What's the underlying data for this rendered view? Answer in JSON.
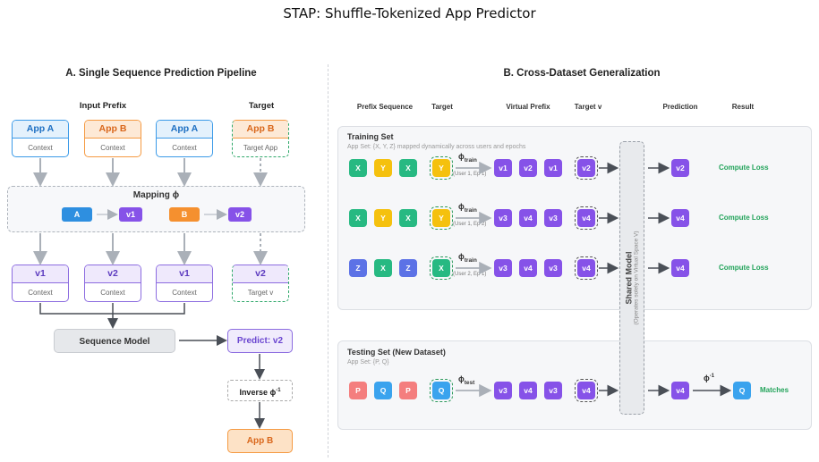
{
  "title": "STAP: Shuffle-Tokenized App Predictor",
  "left": {
    "section_title": "A. Single Sequence Prediction Pipeline",
    "input_prefix_label": "Input Prefix",
    "target_label": "Target",
    "input_cards": [
      {
        "title": "App A",
        "sub": "Context"
      },
      {
        "title": "App B",
        "sub": "Context"
      },
      {
        "title": "App A",
        "sub": "Context"
      }
    ],
    "target_card": {
      "title": "App B",
      "sub": "Target App"
    },
    "mapping": {
      "title": "Mapping ϕ",
      "pairs": [
        {
          "from": "A",
          "to": "v1"
        },
        {
          "from": "B",
          "to": "v2"
        }
      ]
    },
    "virtual_cards": [
      {
        "title": "v1",
        "sub": "Context"
      },
      {
        "title": "v2",
        "sub": "Context"
      },
      {
        "title": "v1",
        "sub": "Context"
      }
    ],
    "virtual_target": {
      "title": "v2",
      "sub": "Target v"
    },
    "sequence_model": "Sequence Model",
    "predict": "Predict: v2",
    "inverse": "Inverse ϕ",
    "inverse_sup": "-1",
    "output": "App B"
  },
  "right": {
    "section_title": "B. Cross-Dataset Generalization",
    "headers": {
      "prefix_sequence": "Prefix Sequence",
      "target": "Target",
      "virtual_prefix": "Virtual Prefix",
      "target_v": "Target v",
      "prediction": "Prediction",
      "result": "Result"
    },
    "training": {
      "title": "Training Set",
      "subtitle": "App Set: {X, Y, Z} mapped dynamically across users and epochs",
      "rows": [
        {
          "prefix": [
            "X",
            "Y",
            "X"
          ],
          "target": "Y",
          "phi": "ϕ",
          "phi_sub": "train",
          "phi_note": "(User 1, Ep 1)",
          "virtual": [
            "v1",
            "v2",
            "v1"
          ],
          "target_v": "v2",
          "prediction": "v2",
          "result": "Compute Loss"
        },
        {
          "prefix": [
            "X",
            "Y",
            "X"
          ],
          "target": "Y",
          "phi": "ϕ",
          "phi_sub": "train",
          "phi_note": "(User 1, Ep 2)",
          "virtual": [
            "v3",
            "v4",
            "v3"
          ],
          "target_v": "v4",
          "prediction": "v4",
          "result": "Compute Loss"
        },
        {
          "prefix": [
            "Z",
            "X",
            "Z"
          ],
          "target": "X",
          "phi": "ϕ",
          "phi_sub": "train",
          "phi_note": "(User 2, Ep 1)",
          "virtual": [
            "v3",
            "v4",
            "v3"
          ],
          "target_v": "v4",
          "prediction": "v4",
          "result": "Compute Loss"
        }
      ]
    },
    "testing": {
      "title": "Testing Set (New Dataset)",
      "subtitle": "App Set: {P, Q}",
      "row": {
        "prefix": [
          "P",
          "Q",
          "P"
        ],
        "target": "Q",
        "phi": "ϕ",
        "phi_sub": "test",
        "virtual": [
          "v3",
          "v4",
          "v3"
        ],
        "target_v": "v4",
        "prediction": "v4",
        "inverse_label": "ϕ",
        "inverse_sup": "-1",
        "output": "Q",
        "result": "Matches"
      }
    },
    "shared_model": {
      "title": "Shared Model",
      "subtitle": "(Operates solely on Virtual Space V)"
    }
  },
  "colors": {
    "X": "#27b982",
    "Y": "#f5c10e",
    "Z": "#5c72e6",
    "P": "#f47e7e",
    "Q": "#3aa3ee",
    "v": "#8652e8",
    "A": "#2e8fe0",
    "B": "#f5902f",
    "loss": "#22a35a"
  }
}
